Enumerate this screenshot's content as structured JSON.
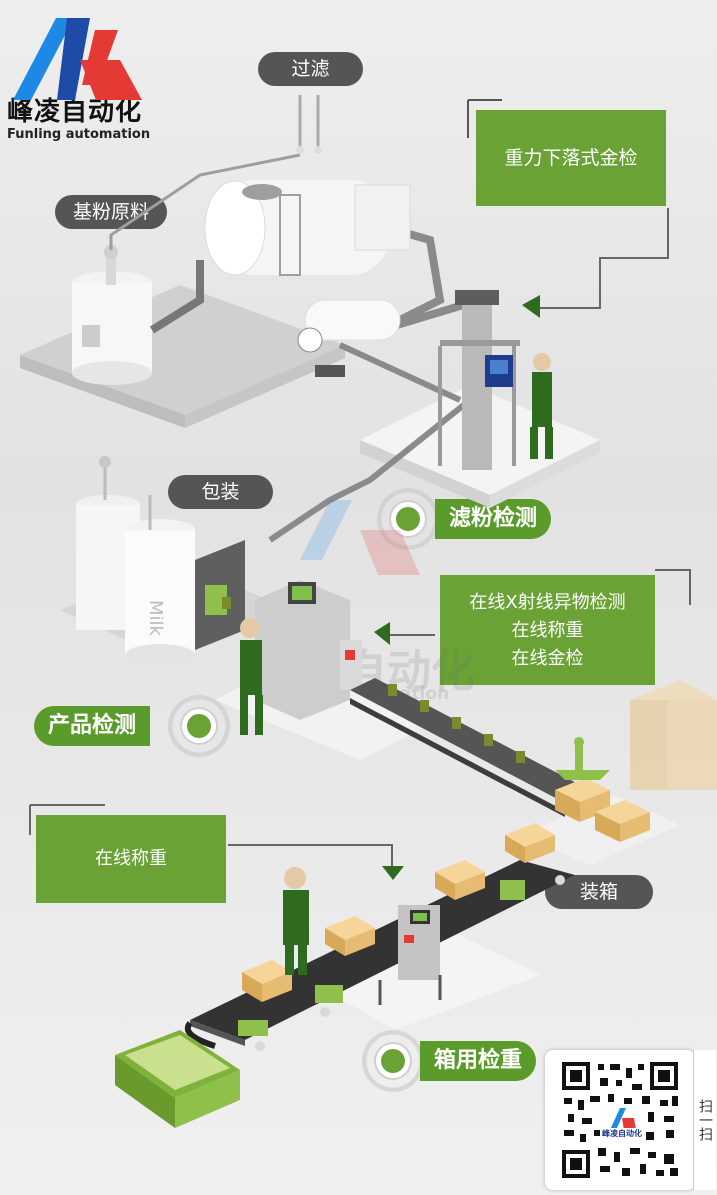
{
  "brand": {
    "name_cn": "峰凌自动化",
    "name_en": "Funling automation",
    "colors": {
      "red": "#e53935",
      "blue": "#1e88e5",
      "green": "#6aa235",
      "dark": "#555555"
    }
  },
  "labels": {
    "filter": "过滤",
    "base_powder": "基粉原料",
    "packaging": "包装",
    "boxing": "装箱",
    "milk": "Milk"
  },
  "callouts": {
    "gravity_metal": "重力下落式金检",
    "product_inspection_lines": [
      "在线X射线异物检测",
      "在线称重",
      "在线金检"
    ],
    "online_weigh": "在线称重"
  },
  "stations": {
    "powder_inspection": "滤粉检测",
    "product_inspection": "产品检测",
    "box_weigh": "箱用检重"
  },
  "qr": {
    "scan_text": "扫一扫",
    "inner_label": "峰凌自动化"
  },
  "icons": [
    "logo-icon",
    "arrow-left-icon",
    "arrow-down-icon",
    "qr-code-icon"
  ]
}
